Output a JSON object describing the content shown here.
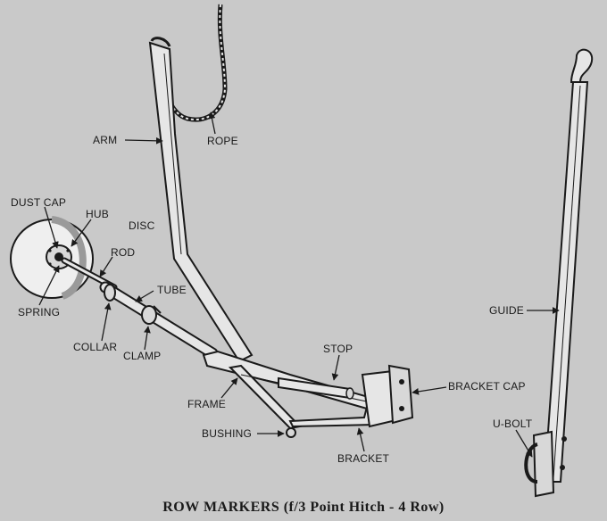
{
  "caption": "ROW MARKERS (f/3 Point Hitch - 4 Row)",
  "labels": {
    "rope": "ROPE",
    "arm": "ARM",
    "dust_cap": "DUST CAP",
    "hub": "HUB",
    "disc": "DISC",
    "rod": "ROD",
    "tube": "TUBE",
    "spring": "SPRING",
    "collar": "COLLAR",
    "clamp": "CLAMP",
    "frame": "FRAME",
    "stop": "STOP",
    "bracket_cap": "BRACKET CAP",
    "bushing": "BUSHING",
    "bracket": "BRACKET",
    "guide": "GUIDE",
    "u_bolt": "U-BOLT"
  },
  "colors": {
    "background": "#c9c9c9",
    "ink": "#1a1a1a",
    "metal": "#e6e6e6"
  }
}
